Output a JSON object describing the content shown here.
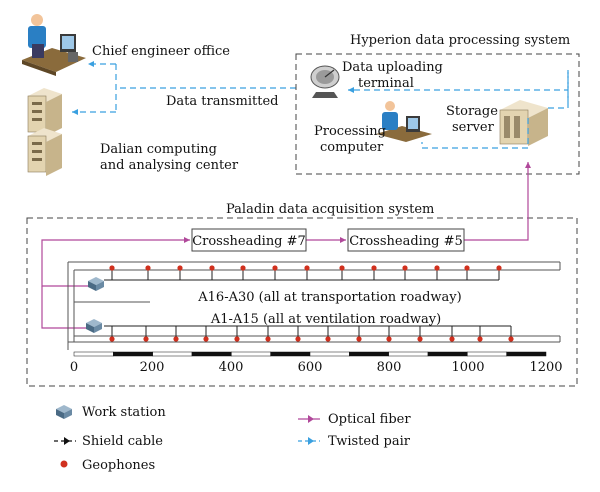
{
  "labels": {
    "chief_office": "Chief engineer office",
    "data_transmitted": "Data transmitted",
    "dalian_line1": "Dalian computing",
    "dalian_line2": "and analysing center",
    "hyperion_title": "Hyperion data processing system",
    "uploading_line1": "Data uploading",
    "uploading_line2": "terminal",
    "storage_line1": "Storage",
    "storage_line2": "server",
    "processing_line1": "Processing",
    "processing_line2": "computer",
    "paladin_title": "Paladin data acquisition system",
    "crossheading7": "Crossheading #7",
    "crossheading5": "Crossheading #5",
    "transport_roadway": "A16-A30 (all at transportation roadway)",
    "vent_roadway": "A1-A15 (all at ventilation roadway)"
  },
  "scale": {
    "ticks": [
      "0",
      "200",
      "400",
      "600",
      "800",
      "1000",
      "1200"
    ]
  },
  "legend": {
    "work_station": "Work station",
    "shield_cable": "Shield cable",
    "geophones": "Geophones",
    "optical_fiber": "Optical fiber",
    "twisted_pair": "Twisted pair"
  },
  "colors": {
    "optical_fiber": "#b0489a",
    "twisted_pair": "#3aa0e0",
    "geophone": "#d0301e",
    "box_border": "#444444",
    "server_fill": "#e8d8b8"
  }
}
